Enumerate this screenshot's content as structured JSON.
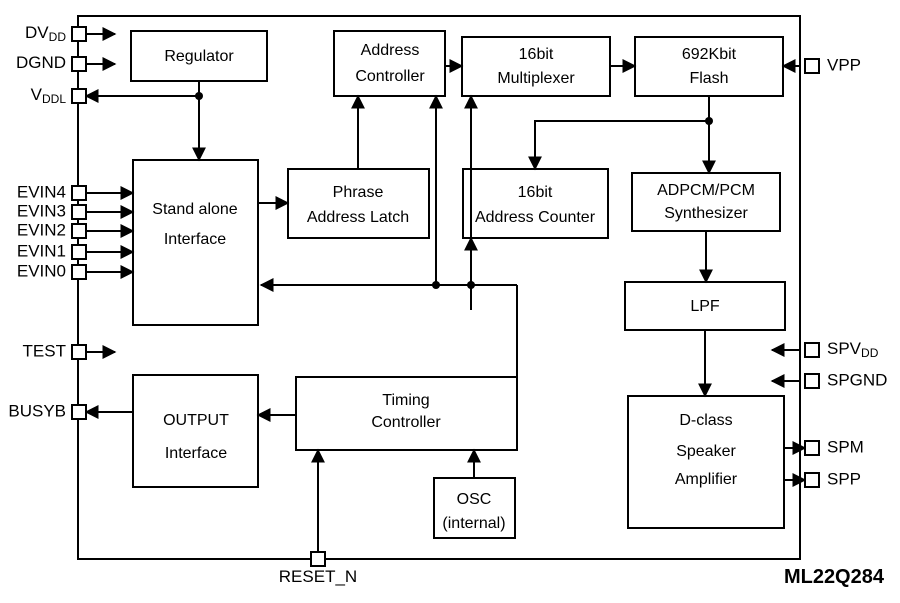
{
  "diagram": {
    "part_number": "ML22Q284",
    "blocks": [
      {
        "id": "regulator",
        "label_lines": [
          "Regulator"
        ]
      },
      {
        "id": "addr-ctrl",
        "label_lines": [
          "Address",
          "Controller"
        ]
      },
      {
        "id": "mux",
        "label_lines": [
          "16bit",
          "Multiplexer"
        ]
      },
      {
        "id": "flash",
        "label_lines": [
          "692Kbit",
          "Flash"
        ]
      },
      {
        "id": "standalone",
        "label_lines": [
          "Stand alone",
          "Interface"
        ]
      },
      {
        "id": "phrase-latch",
        "label_lines": [
          "Phrase",
          "Address Latch"
        ]
      },
      {
        "id": "addr-counter",
        "label_lines": [
          "16bit",
          "Address Counter"
        ]
      },
      {
        "id": "adpcm",
        "label_lines": [
          "ADPCM/PCM",
          "Synthesizer"
        ]
      },
      {
        "id": "lpf",
        "label_lines": [
          "LPF"
        ]
      },
      {
        "id": "output-iface",
        "label_lines": [
          "OUTPUT",
          "Interface"
        ]
      },
      {
        "id": "timing-ctrl",
        "label_lines": [
          "Timing",
          "Controller"
        ]
      },
      {
        "id": "osc",
        "label_lines": [
          "OSC",
          "(internal)"
        ]
      },
      {
        "id": "dclass-amp",
        "label_lines": [
          "D-class",
          "Speaker",
          "Amplifier"
        ]
      }
    ],
    "pins_left": [
      {
        "id": "dvdd",
        "base": "DV",
        "sub": "DD",
        "direction": "out"
      },
      {
        "id": "dgnd",
        "base": "DGND",
        "sub": "",
        "direction": "out"
      },
      {
        "id": "vddl",
        "base": "V",
        "sub": "DDL",
        "direction": "in"
      },
      {
        "id": "evin4",
        "base": "EVIN4",
        "sub": "",
        "direction": "out"
      },
      {
        "id": "evin3",
        "base": "EVIN3",
        "sub": "",
        "direction": "out"
      },
      {
        "id": "evin2",
        "base": "EVIN2",
        "sub": "",
        "direction": "out"
      },
      {
        "id": "evin1",
        "base": "EVIN1",
        "sub": "",
        "direction": "out"
      },
      {
        "id": "evin0",
        "base": "EVIN0",
        "sub": "",
        "direction": "out"
      },
      {
        "id": "test",
        "base": "TEST",
        "sub": "",
        "direction": "out"
      },
      {
        "id": "busyb",
        "base": "BUSYB",
        "sub": "",
        "direction": "in"
      }
    ],
    "pins_right": [
      {
        "id": "vpp",
        "base": "VPP",
        "sub": "",
        "direction": "in"
      },
      {
        "id": "spvdd",
        "base": "SPV",
        "sub": "DD",
        "direction": "in"
      },
      {
        "id": "spgnd",
        "base": "SPGND",
        "sub": "",
        "direction": "in"
      },
      {
        "id": "spm",
        "base": "SPM",
        "sub": "",
        "direction": "out"
      },
      {
        "id": "spp",
        "base": "SPP",
        "sub": "",
        "direction": "out"
      }
    ],
    "pins_bottom": [
      {
        "id": "reset-n",
        "base": "RESET_N",
        "sub": "",
        "direction": "in"
      }
    ],
    "colors": {
      "stroke": "#000000",
      "fill": "#ffffff",
      "background": "#ffffff"
    }
  }
}
